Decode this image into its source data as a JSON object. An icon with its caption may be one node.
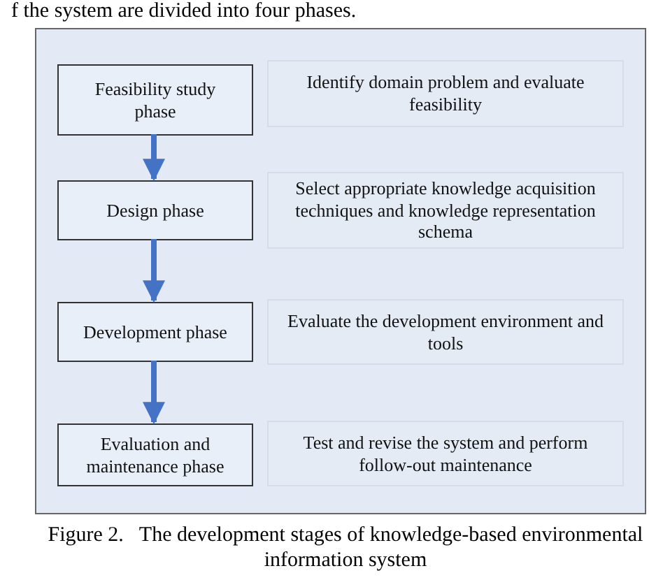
{
  "diagram": {
    "caption": "Figure 2.   The development stages of knowledge-based environmental information system",
    "nodes": [
      {
        "text": [],
        "shape": "box"
      },
      {
        "text": [
          "Feasibility study phase"
        ],
        "in": 0
      },
      {
        "text": [
          "Design phase"
        ],
        "in": 0
      },
      {
        "text": [
          "Development phase"
        ],
        "in": 0
      },
      {
        "text": [
          "Evaluation and maintenance phase"
        ],
        "in": 0
      },
      {
        "text": [
          "Identify domain problem and evaluate feasibility"
        ],
        "in": 0
      },
      {
        "text": [
          "Select appropriate knowledge acquisition techniques and knowledge representation schema"
        ],
        "in": 0
      },
      {
        "text": [
          "Evaluate the development environment and tools"
        ],
        "in": 0
      },
      {
        "text": [
          "Test and revise the system and perform follow-out maintenance"
        ],
        "in": 0
      }
    ],
    "edges": [
      {
        "from": 1,
        "to": 2,
        "arrow": "to"
      },
      {
        "from": 2,
        "to": 3,
        "arrow": "to"
      },
      {
        "from": 3,
        "to": 4,
        "arrow": "to"
      }
    ],
    "labels": [
      "f the system are divided into four phases."
    ]
  }
}
